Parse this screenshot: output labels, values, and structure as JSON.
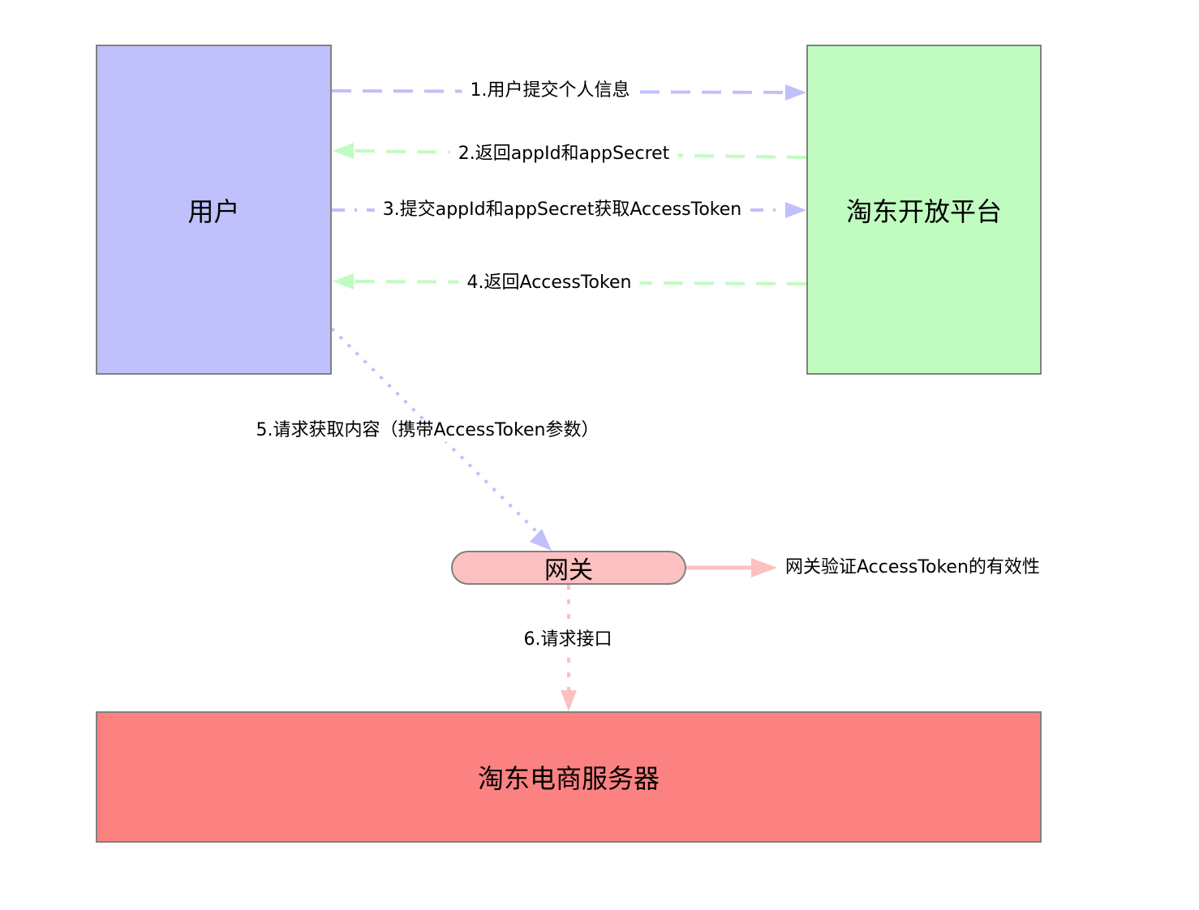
{
  "colors": {
    "user_box": "#c0c0fc",
    "platform_box": "#c0fcc0",
    "gateway": "#fcc0c0",
    "server_box": "#fc8282",
    "arrow_blue": "#c0c0fc",
    "arrow_green": "#c0fcc0",
    "arrow_pink": "#fcc0c0"
  },
  "nodes": {
    "user": "用户",
    "platform": "淘东开放平台",
    "gateway": "网关",
    "server": "淘东电商服务器"
  },
  "edges": [
    {
      "id": "e1",
      "label": "1.用户提交个人信息"
    },
    {
      "id": "e2",
      "label": "2.返回appId和appSecret"
    },
    {
      "id": "e3",
      "label": "3.提交appId和appSecret获取AccessToken"
    },
    {
      "id": "e4",
      "label": "4.返回AccessToken"
    },
    {
      "id": "e5",
      "label": "5.请求获取内容（携带AccessToken参数）"
    },
    {
      "id": "e6",
      "label": "6.请求接口"
    }
  ],
  "gateway_note": "网关验证AccessToken的有效性"
}
